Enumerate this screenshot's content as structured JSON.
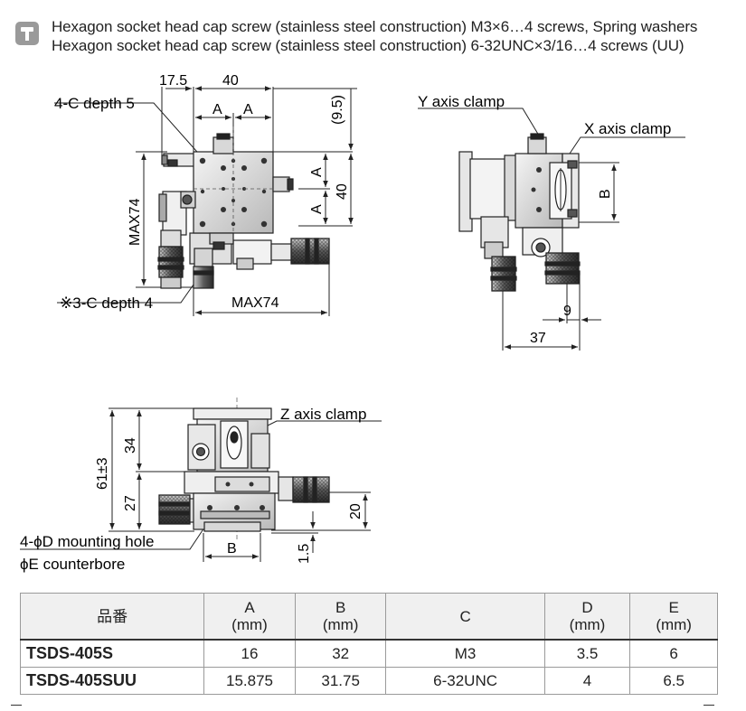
{
  "header": {
    "line1": "Hexagon socket head cap screw (stainless steel construction) M3×6…4 screws, Spring washers",
    "line2": "Hexagon socket head cap screw (stainless steel construction) 6-32UNC×3/16…4 screws (UU)"
  },
  "dims": {
    "d_17_5": "17.5",
    "d_40_top": "40",
    "d_A1": "A",
    "d_A2": "A",
    "d_9_5": "(9.5)",
    "d_A_right1": "A",
    "d_A_right2": "A",
    "d_40_right": "40",
    "d_max74_v": "MAX74",
    "d_max74_h": "MAX74",
    "d_B_side": "B",
    "d_9": "9",
    "d_37": "37",
    "d_34": "34",
    "d_61": "61±3",
    "d_27": "27",
    "d_20": "20",
    "d_1_5": "1.5",
    "d_B_bottom": "B"
  },
  "labels": {
    "c_depth": "4-C depth 5",
    "c3_depth": "※3-C depth 4",
    "y_clamp": "Y axis clamp",
    "x_clamp": "X axis clamp",
    "z_clamp": "Z axis clamp",
    "mount_hole": "4-ϕD  mounting hole",
    "counterbore": "ϕE  counterbore"
  },
  "table": {
    "headers": {
      "part": "品番",
      "a": "A",
      "b": "B",
      "c": "C",
      "d": "D",
      "e": "E",
      "unit": "(mm)"
    },
    "rows": [
      {
        "model": "TSDS-405S",
        "a": "16",
        "b": "32",
        "c": "M3",
        "d": "3.5",
        "e": "6"
      },
      {
        "model": "TSDS-405SUU",
        "a": "15.875",
        "b": "31.75",
        "c": "6-32UNC",
        "d": "4",
        "e": "6.5"
      }
    ]
  }
}
